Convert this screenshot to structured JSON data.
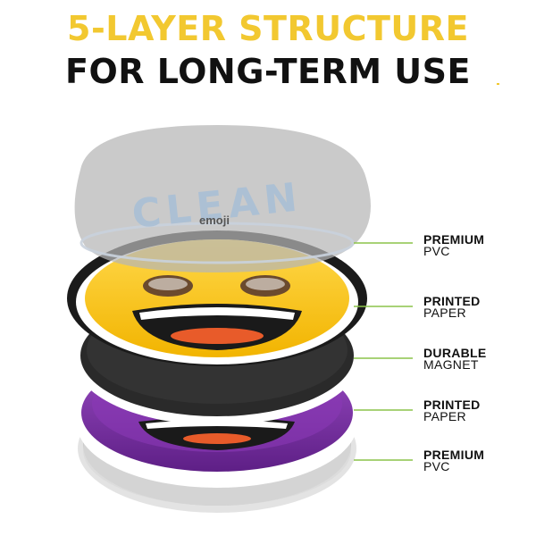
{
  "headline": {
    "line1": "5-LAYER STRUCTURE",
    "line2": "FOR LONG-TERM USE"
  },
  "product_text": {
    "clean": "CLEAN",
    "brand": "emoji"
  },
  "layers": [
    {
      "line1": "PREMIUM",
      "line2": "PVC"
    },
    {
      "line1": "PRINTED",
      "line2": "PAPER"
    },
    {
      "line1": "DURABLE",
      "line2": "MAGNET"
    },
    {
      "line1": "PRINTED",
      "line2": "PAPER"
    },
    {
      "line1": "PREMIUM",
      "line2": "PVC"
    }
  ],
  "colors": {
    "headline_accent": "#f2c830",
    "headline_dark": "#111111",
    "leader_line": "#8bc34a",
    "emoji_yellow": "#f7c21b",
    "emoji_purple": "#7b2fa3",
    "magnet": "#2a2a2a",
    "pvc": "#bdbdbd"
  }
}
